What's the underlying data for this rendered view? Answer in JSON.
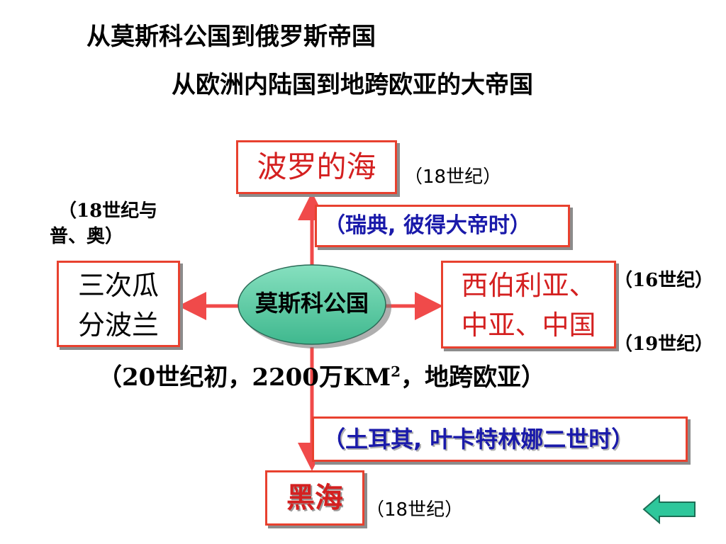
{
  "titles": {
    "line1": "从莫斯科公国到俄罗斯帝国",
    "line2": "从欧洲内陆国到地跨欧亚的大帝国"
  },
  "center": {
    "label": "莫斯科公国"
  },
  "north": {
    "label": "波罗的海",
    "period": "（18世纪）",
    "via": "（瑞典, 彼得大帝时）"
  },
  "west": {
    "label_line1": "三次瓜",
    "label_line2": "分波兰",
    "period_line1": "（18世纪与",
    "period_line2": "普、奥）"
  },
  "east": {
    "label_line1": "西伯利亚、",
    "label_line2": "中亚、中国",
    "period_top": "（16世纪）",
    "period_bottom": "（19世纪）"
  },
  "south": {
    "label": "黑海",
    "period": "（18世纪）",
    "via": "（土耳其, 叶卡特林娜二世时）"
  },
  "summary": {
    "before_sup": "（20世纪初，2200万KM",
    "sup": "2",
    "after_sup": "，地跨欧亚）"
  },
  "navigation": {
    "back_icon": "back-arrow-icon"
  },
  "colors": {
    "arrow": "#f04a4a",
    "box_border": "#e8412f",
    "ellipse_fill": "#5fcfa8",
    "back_button": "#2ec79b"
  }
}
